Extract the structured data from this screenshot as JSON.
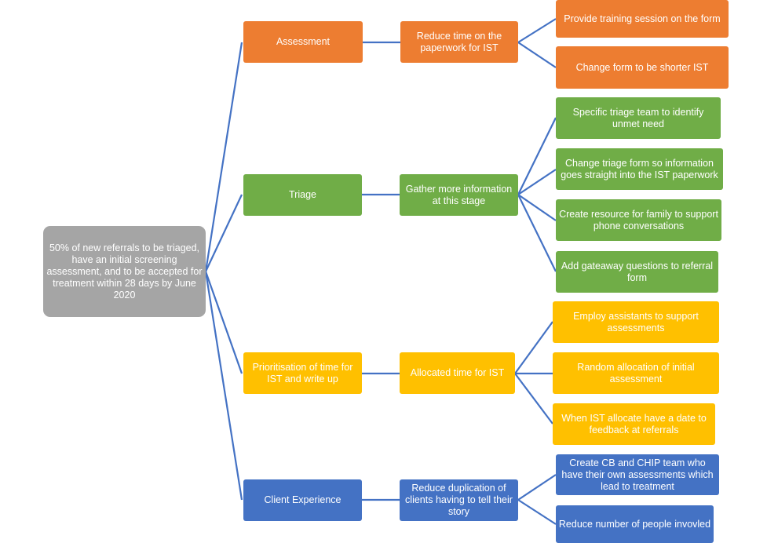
{
  "colors": {
    "root": "#A5A5A5",
    "assessment": "#ED7D31",
    "triage": "#70AD47",
    "prioritisation": "#FFC000",
    "client": "#4472C4",
    "connector": "#4472C4"
  },
  "root": {
    "text": "50% of new referrals to be triaged, have an initial screening assessment, and to be accepted for treatment within 28 days by June 2020"
  },
  "branches": [
    {
      "label": "Assessment",
      "driver": "Reduce time on the paperwork for IST",
      "ideas": [
        "Provide training session on the form",
        "Change form to be shorter IST"
      ]
    },
    {
      "label": "Triage",
      "driver": "Gather more information at this stage",
      "ideas": [
        "Specific triage team to identify unmet need",
        "Change triage form so information goes straight into the IST paperwork",
        "Create resource for family to support phone conversations",
        "Add gateaway questions to referral form"
      ]
    },
    {
      "label": "Prioritisation of time for IST and write up",
      "driver": "Allocated time for IST",
      "ideas": [
        "Employ assistants to support assessments",
        "Random allocation of initial assessment",
        "When IST allocate have a date to feedback at referrals"
      ]
    },
    {
      "label": "Client Experience",
      "driver": "Reduce duplication of clients having to tell their story",
      "ideas": [
        "Create CB and CHIP team who have their own assessments which lead to treatment",
        "Reduce number of people invovled"
      ]
    }
  ]
}
